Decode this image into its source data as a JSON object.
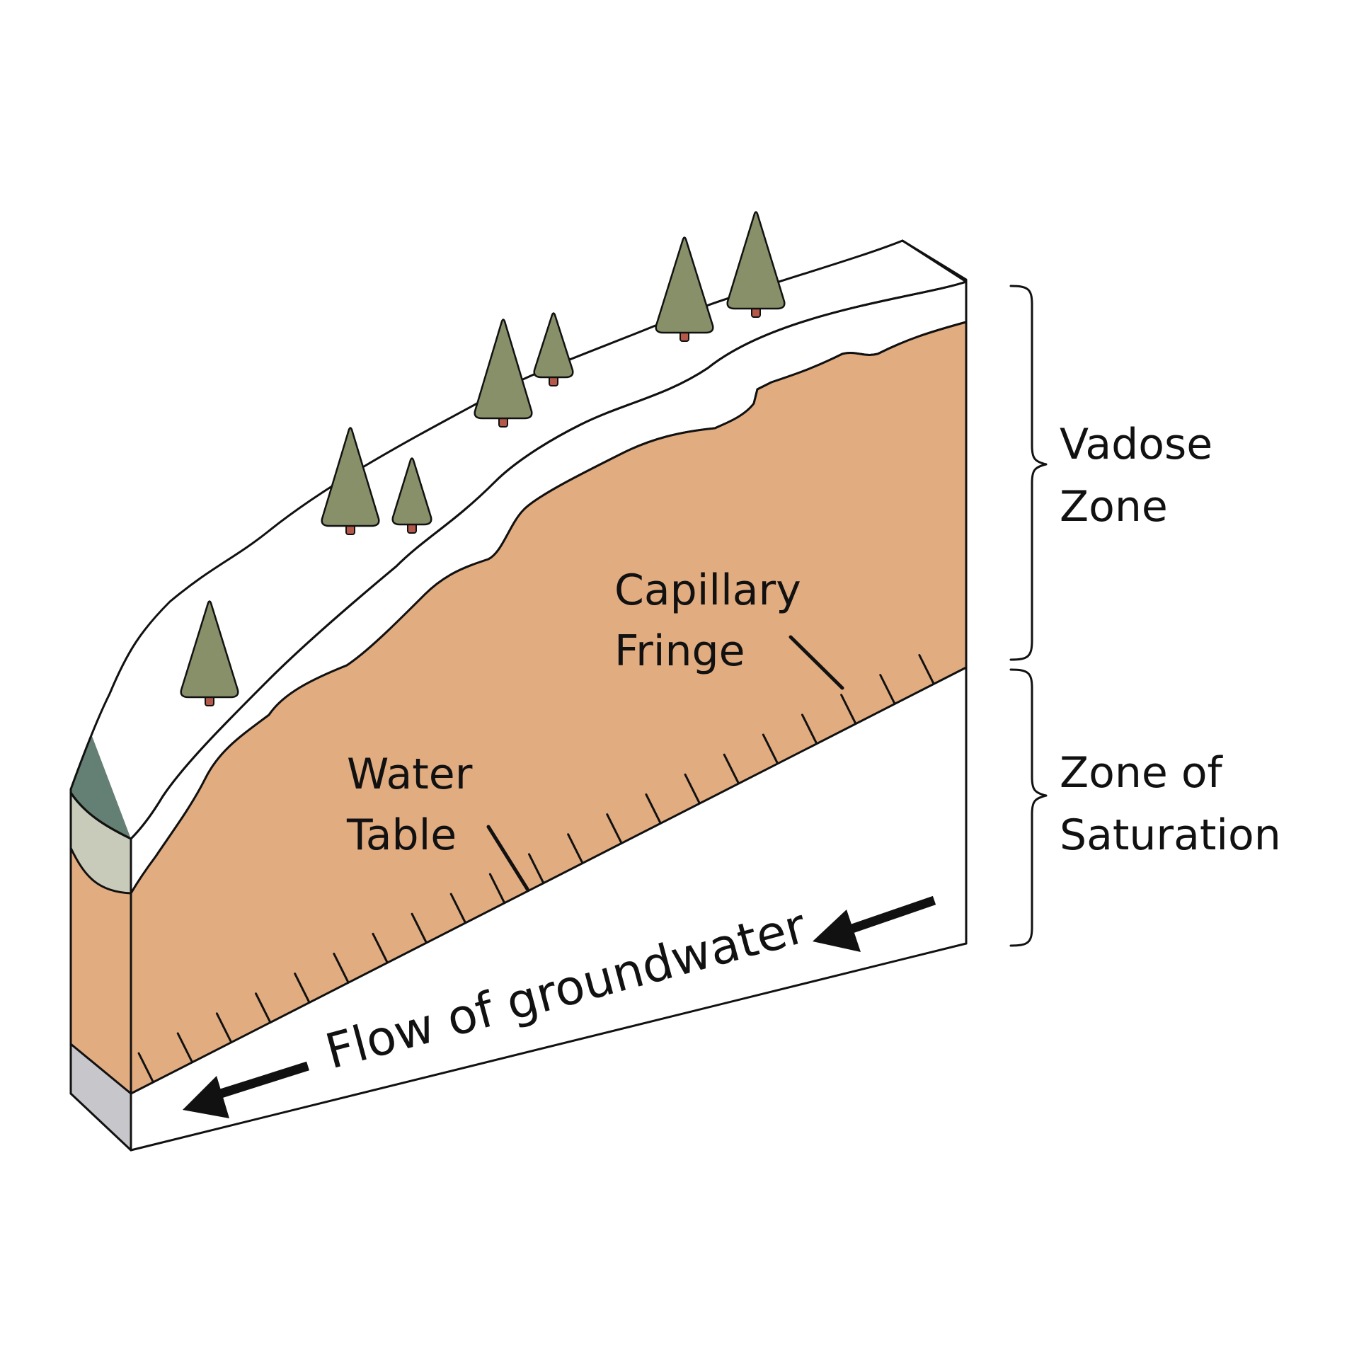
{
  "labels": {
    "vadose_zone": [
      "Vadose",
      "Zone"
    ],
    "zone_of_saturation": [
      "Zone of",
      "Saturation"
    ],
    "capillary_fringe": [
      "Capillary",
      "Fringe"
    ],
    "water_table": [
      "Water",
      "Table"
    ],
    "flow": "Flow of groundwater"
  },
  "colors": {
    "vegetation": "#647f73",
    "subsoil": "#c9cbba",
    "unsaturated_zone": "#e2ac81",
    "saturated_zone": "#c7c7cb",
    "tree": "#879069",
    "trunk": "#b4594a",
    "outline": "#111111"
  }
}
